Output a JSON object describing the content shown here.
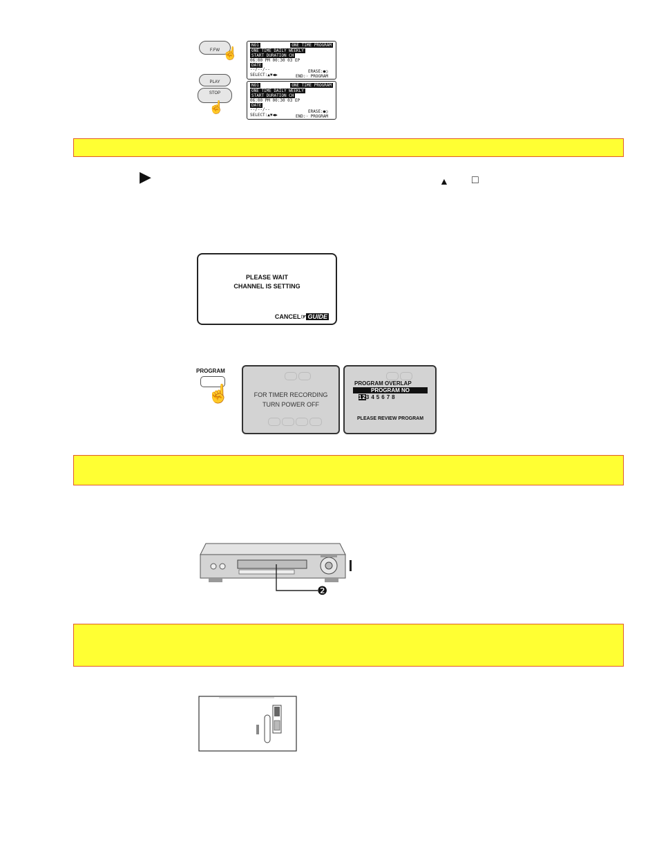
{
  "top_panel": {
    "ffw_label": "F.FW",
    "play_label": "PLAY",
    "stop_label": "STOP",
    "osd1": {
      "r1_left": "NO1",
      "r1_right": "ONE TIME PROGRAM",
      "r2": "ONE TIME DAILY WEEKLY",
      "r3": "START  DURATION  CH",
      "r4": "06:00 PM   00:30   03   EP",
      "date_label": "DATE",
      "date_value": "--/--/--",
      "select": "SELECT:▲▼◀▶",
      "erase": "ERASE:●○",
      "end": "END:☞ PROGRAM"
    },
    "osd2": {
      "r1_left": "NO1",
      "r1_right": "ONE TIME PROGRAM",
      "r2": "ONE TIME DAILY WEEKLY",
      "r3": "START  DURATION  CH",
      "r4": "06:00 PM   00:30   03   EP",
      "date_label": "DATE",
      "date_value": "--/--/--",
      "select": "SELECT:▲▼◀▶",
      "erase": "ERASE:●○",
      "end": "END:☞ PROGRAM"
    }
  },
  "symbols": {
    "arrow_right": "▶",
    "triangle_up": "▲",
    "small_box": "□"
  },
  "channel_screen": {
    "line1": "PLEASE WAIT",
    "line2": "CHANNEL IS SETTING",
    "cancel": "CANCEL",
    "guide": "GUIDE"
  },
  "program_panel": {
    "button_label": "PROGRAM",
    "screen1_line1": "FOR TIMER RECORDING",
    "screen1_line2": "TURN POWER OFF",
    "screen2_title": "PROGRAM OVERLAP",
    "screen2_bar": "PROGRAM NO",
    "screen2_numbers_highlight": "12",
    "screen2_numbers_rest": "345678",
    "screen2_footer": "PLEASE REVIEW PROGRAM"
  },
  "vcr": {
    "callout": "❷"
  }
}
